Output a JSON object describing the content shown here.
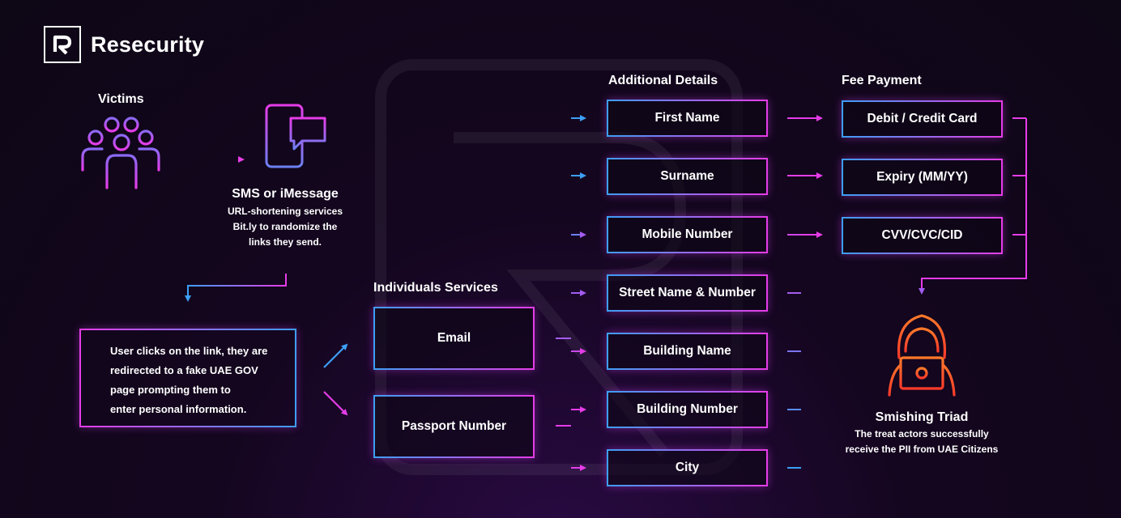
{
  "brand": {
    "name": "Resecurity",
    "logo_letter": "R"
  },
  "colors": {
    "blue": "#3d9ef5",
    "magenta": "#e63ce8",
    "purple": "#a35cf0",
    "orange": "#ff6a2a"
  },
  "victims": {
    "label": "Victims"
  },
  "sms": {
    "title": "SMS or iMessage",
    "lines": [
      "URL-shortening services",
      "Bit.ly to randomize the",
      "links they send."
    ]
  },
  "user_click": {
    "lines": [
      "User clicks on the link, they are",
      "redirected to a fake UAE GOV",
      "page prompting them to",
      "enter personal information."
    ]
  },
  "individual_services": {
    "heading": "Individuals Services",
    "items": [
      "Email",
      "Passport Number"
    ]
  },
  "additional_details": {
    "heading": "Additional Details",
    "items": [
      "First Name",
      "Surname",
      "Mobile Number",
      "Street Name & Number",
      "Building Name",
      "Building Number",
      "City"
    ]
  },
  "fee_payment": {
    "heading": "Fee Payment",
    "items": [
      "Debit / Credit Card",
      "Expiry (MM/YY)",
      "CVV/CVC/CID"
    ]
  },
  "triad": {
    "title": "Smishing Triad",
    "lines": [
      "The treat actors successfully",
      "receive the PII from UAE Citizens"
    ]
  }
}
